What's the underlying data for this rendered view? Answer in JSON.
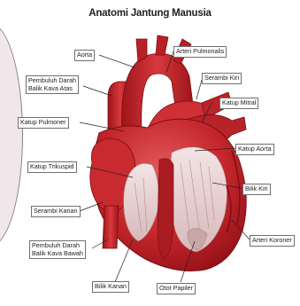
{
  "title": "Anatomi Jantung Manusia",
  "labels": {
    "aorta": "Aorta",
    "arteri_pulmonalis": "Arteri Pulmonalis",
    "serambi_kiri": "Serambi Kiri",
    "pembuluh_darah_atas_1": "Pembuluh Darah",
    "pembuluh_darah_atas_2": "Balik Kava Atas",
    "katup_mitral": "Katup Mitral",
    "katup_pulmoner": "Katup Pulmoner",
    "katup_aorta": "Katup Aorta",
    "katup_trikuspid": "Katup Trikuspid",
    "bilik_kiri": "Bilik Kiri",
    "serambi_kanan": "Serambi Kanan",
    "arteri_koroner": "Arteri Koroner",
    "pembuluh_darah_bawah_1": "Pembuluh Darah",
    "pembuluh_darah_bawah_2": "Balik Kava Bawah",
    "bilik_kanan": "Bilik Kanan",
    "otot_papiler": "Otot Papiler"
  },
  "colors": {
    "heart_dark": "#8e0f15",
    "heart_main": "#c4262c",
    "heart_light": "#e35a5d",
    "interior": "#ead9d9",
    "leader": "#222222"
  }
}
